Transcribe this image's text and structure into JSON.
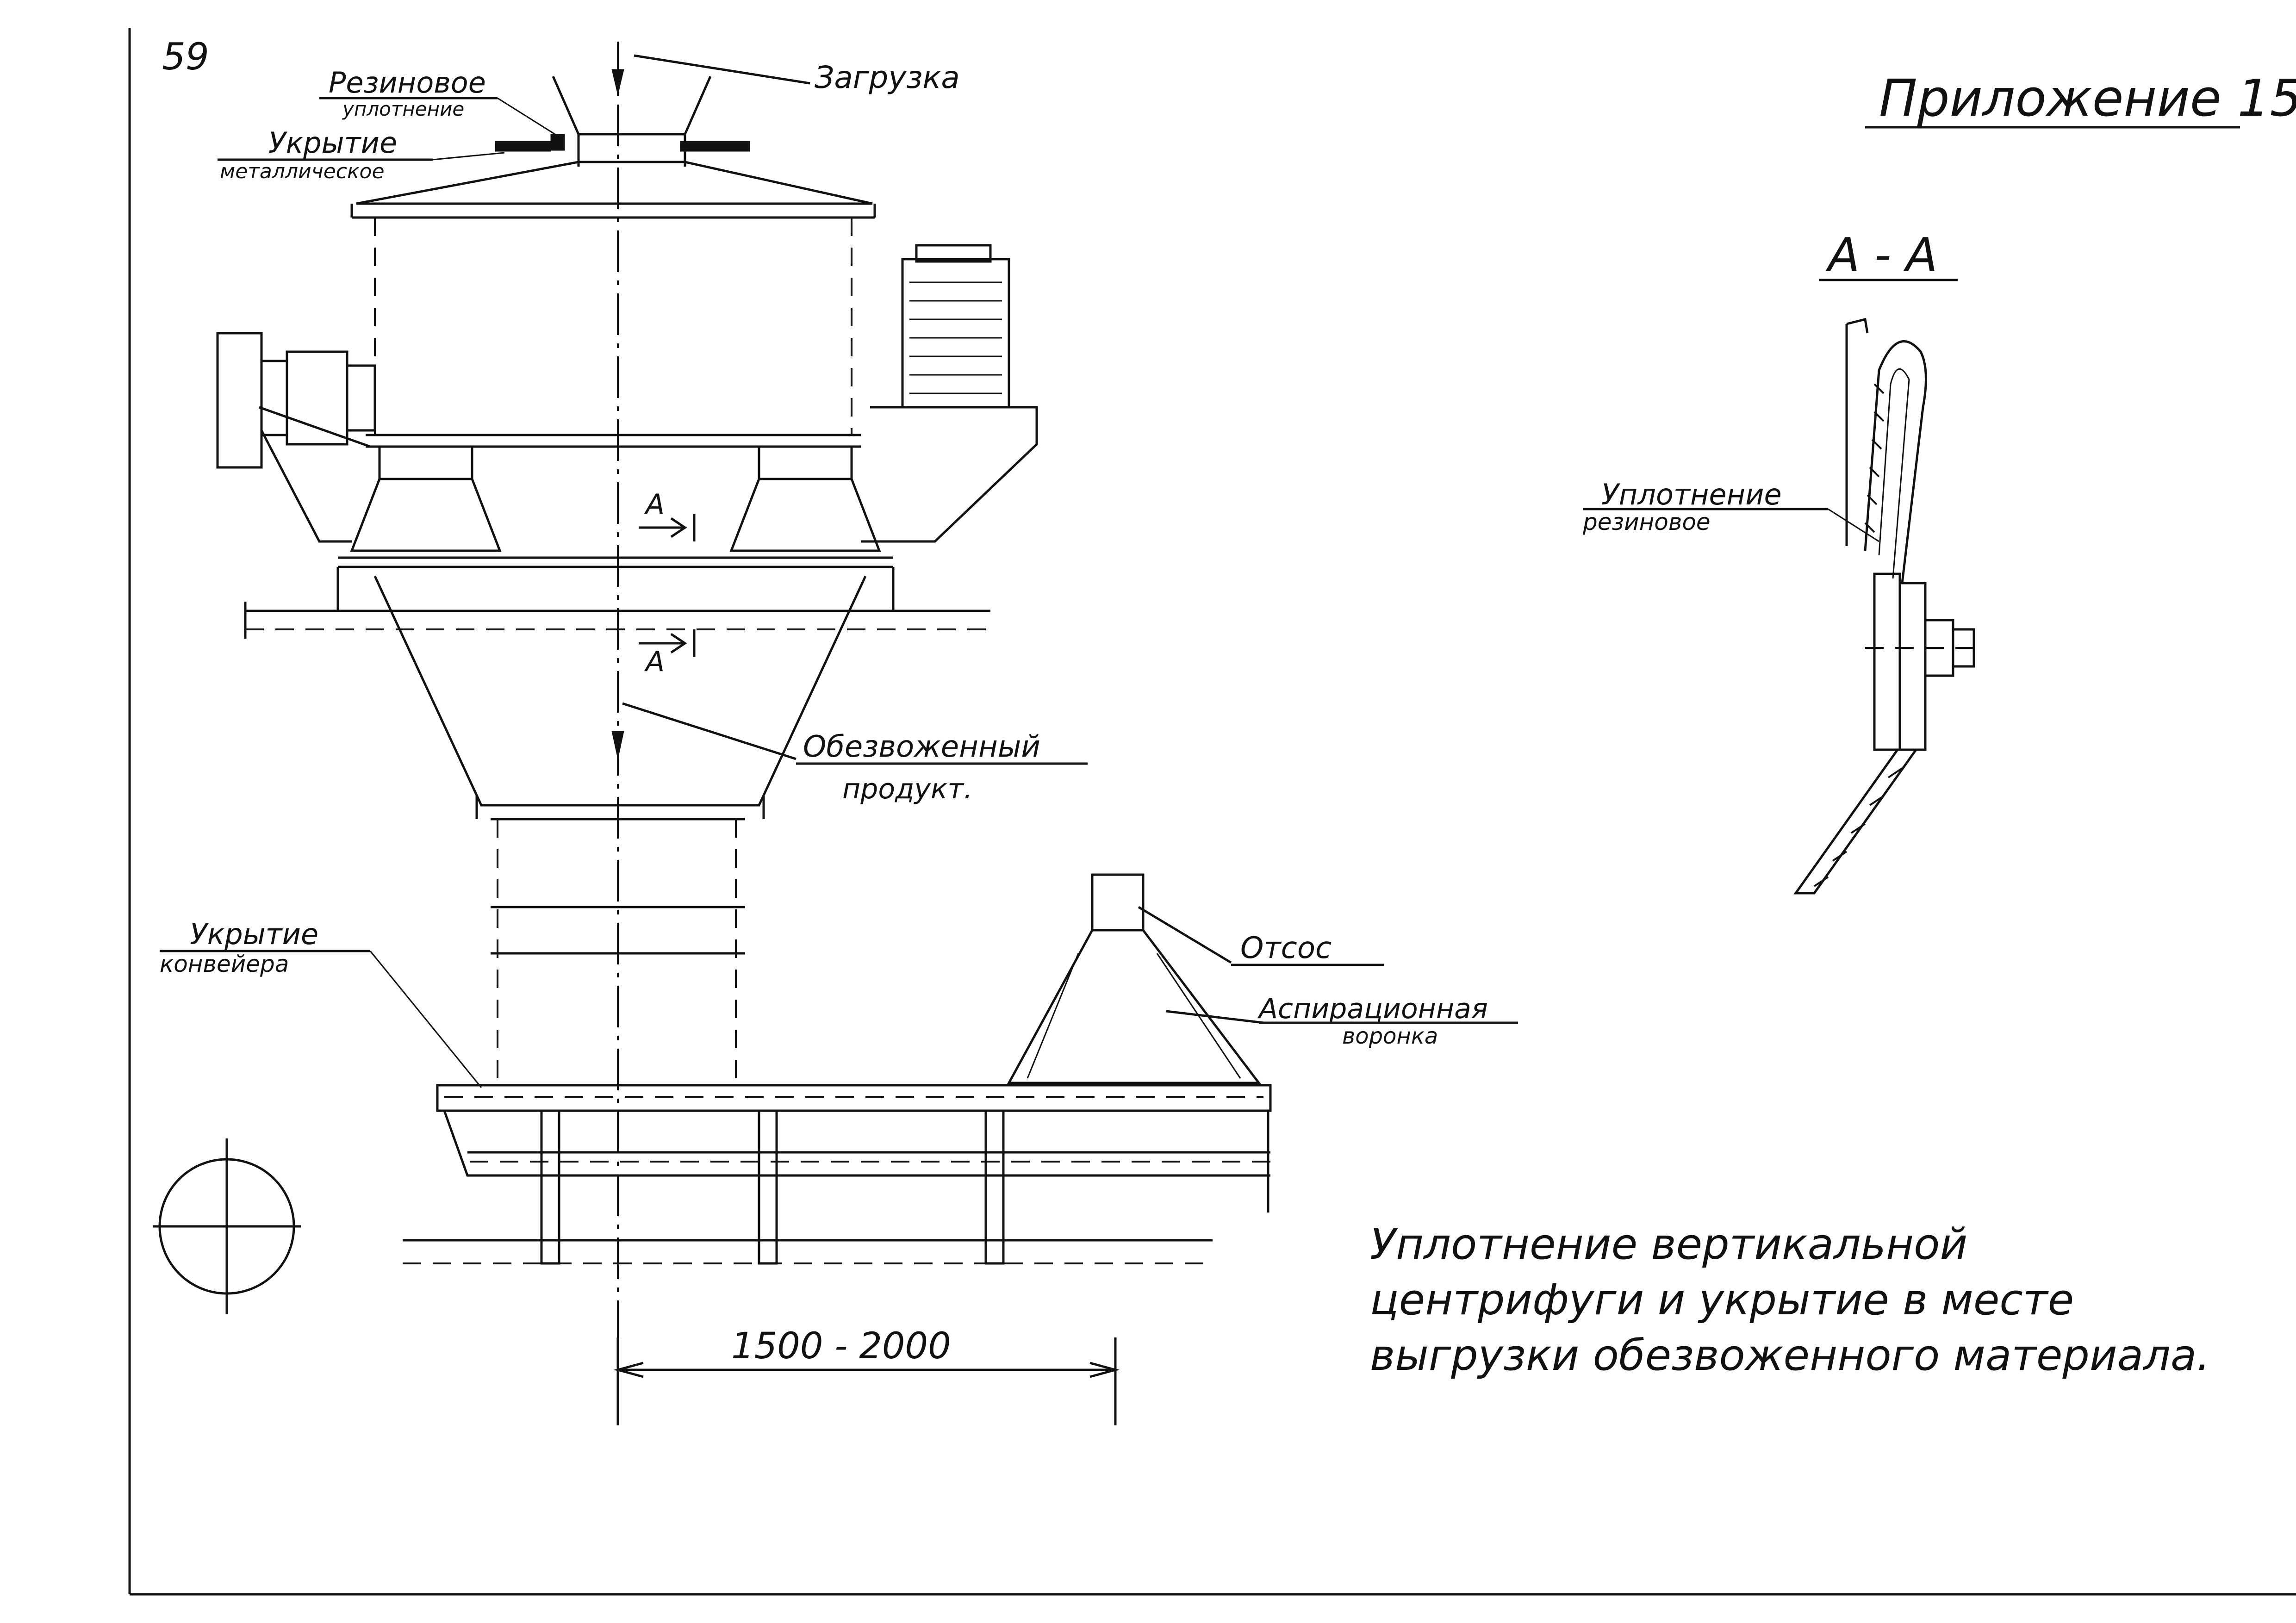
{
  "sheet_number": "59",
  "appendix_label": "Приложение 15",
  "section_title": "А - А",
  "section_mark": "А",
  "callouts": {
    "seal_rubber_line1": "Резиновое",
    "seal_rubber_line2": "уплотнение",
    "cover_metal_line1": "Укрытие",
    "cover_metal_line2": "металлическое",
    "loading": "Загрузка",
    "dewatered_line1": "Обезвоженный",
    "dewatered_line2": "продукт.",
    "conveyor_cover_line1": "Укрытие",
    "conveyor_cover_line2": "конвейера",
    "suction": "Отсос",
    "aspiration_line1": "Аспирационная",
    "aspiration_line2": "воронка",
    "section_seal_line1": "Уплотнение",
    "section_seal_line2": "резиновое"
  },
  "dimension": "1500 - 2000",
  "caption": {
    "line1": "Уплотнение вертикальной",
    "line2": "центрифуги и укрытие в месте",
    "line3": "выгрузки обезвоженного материала."
  },
  "colors": {
    "ink": "#111111",
    "paper": "#ffffff"
  }
}
